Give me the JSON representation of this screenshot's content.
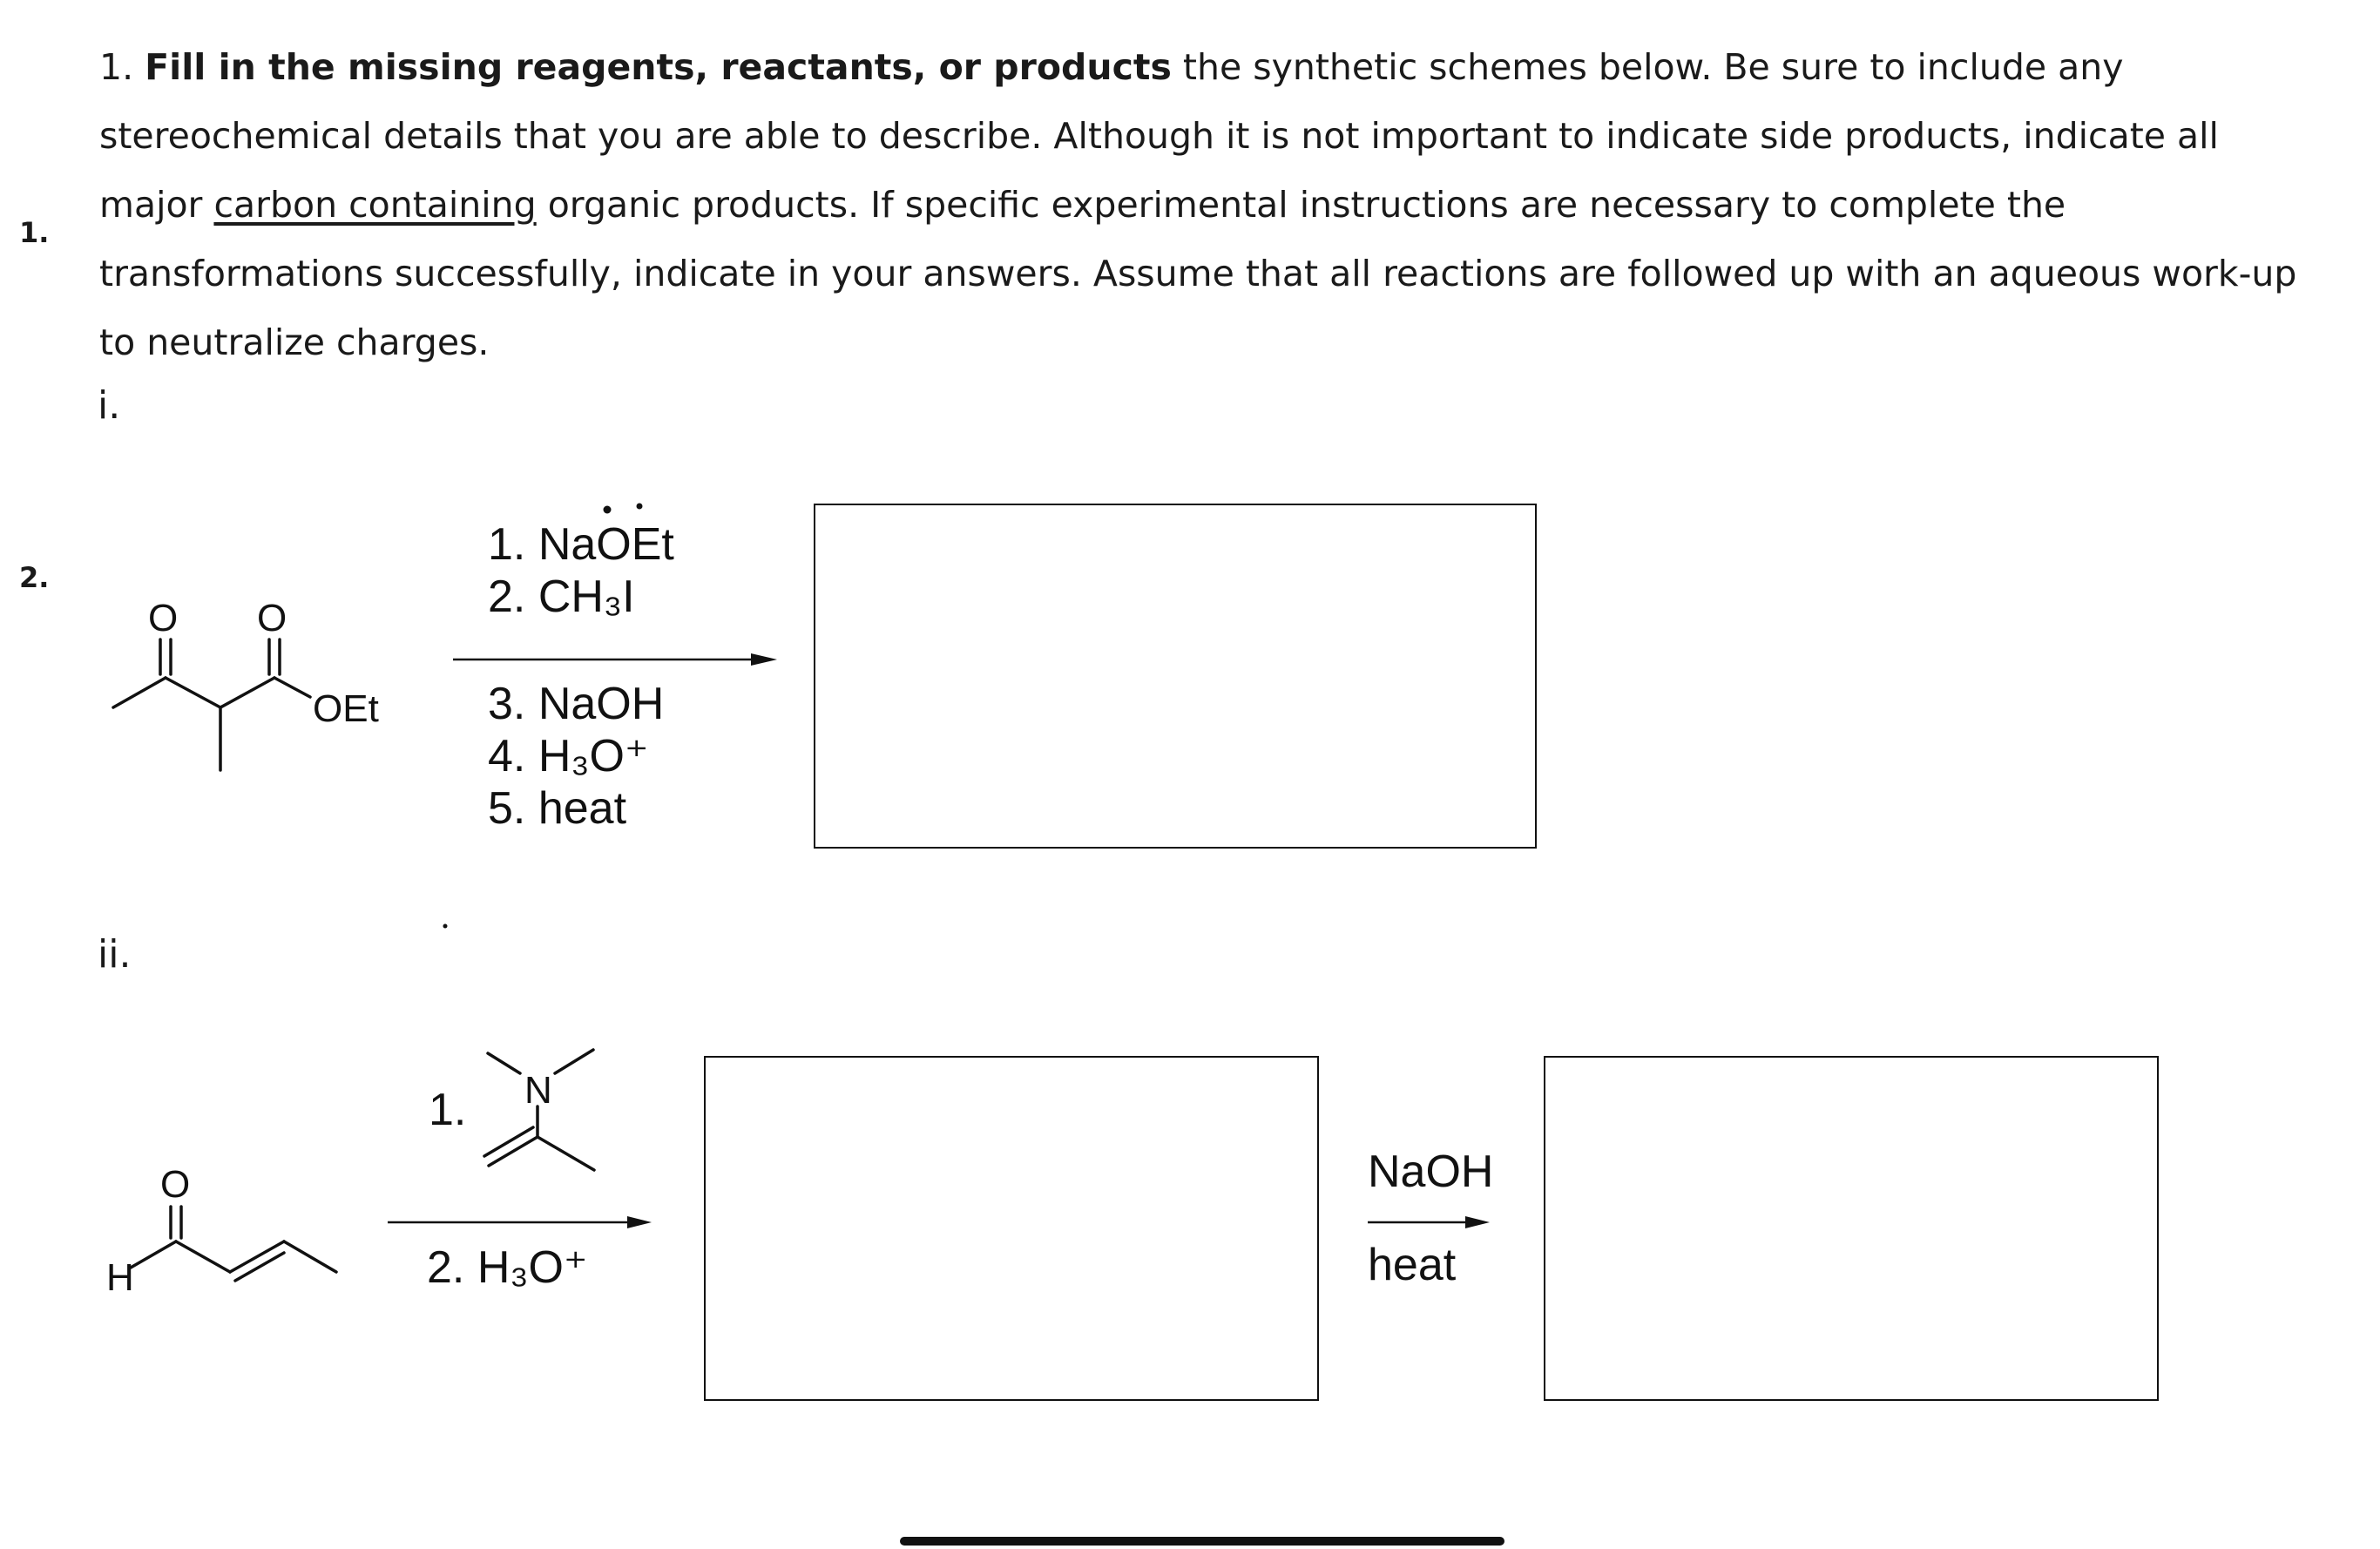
{
  "margin_numbers": [
    "1.",
    "2."
  ],
  "question": {
    "number": "1.",
    "bold": "Fill in the missing reagents, reactants, or products",
    "before_ul": " the synthetic schemes below. Be sure to include any stereochemical details that you are able to describe. Although it is not important to indicate side products, indicate all major ",
    "underlined": "carbon containing",
    "after_ul": " organic products. If specific experimental instructions are necessary to complete the transformations successfully, indicate in your answers. Assume that all reactions are followed up with an aqueous work-up to neutralize charges."
  },
  "part_i": {
    "label": "i.",
    "substrate_atoms": {
      "o1": "O",
      "o2": "O",
      "oet": "OEt"
    },
    "reagents_above": [
      "1. NaOEt",
      "2. CH₃I"
    ],
    "reagents_below": [
      "3. NaOH",
      "4. H₃O⁺",
      "5. heat"
    ]
  },
  "part_ii": {
    "label": "ii.",
    "substrate_atoms": {
      "o": "O",
      "h": "H"
    },
    "step1_label": "1.",
    "enamine_atom": "N",
    "step2": "2. H₃O⁺",
    "second_arrow_above": "NaOH",
    "second_arrow_below": "heat"
  }
}
